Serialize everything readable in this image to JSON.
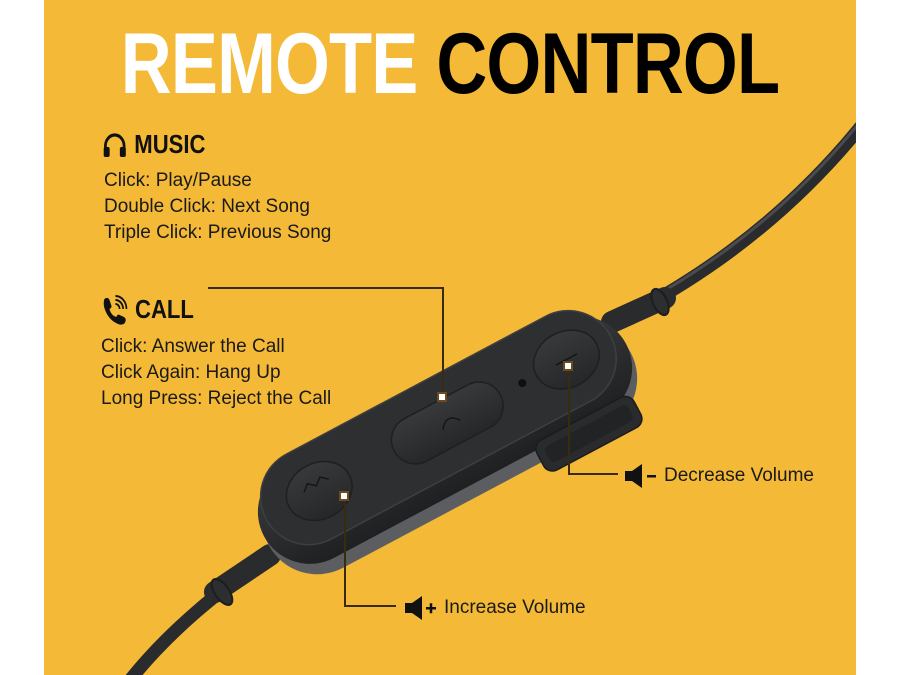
{
  "title": {
    "part1": "REMOTE",
    "part2": "CONTROL"
  },
  "music": {
    "heading": "MUSIC",
    "icon": "headphones-icon",
    "lines": [
      "Click: Play/Pause",
      "Double Click: Next Song",
      "Triple Click: Previous Song"
    ]
  },
  "call": {
    "heading": "CALL",
    "icon": "phone-ringing-icon",
    "lines": [
      "Click: Answer the Call",
      "Click Again: Hang Up",
      "Long Press: Reject the Call"
    ]
  },
  "volume": {
    "decrease": {
      "icon": "speaker-minus-icon",
      "label": "Decrease Volume"
    },
    "increase": {
      "icon": "speaker-plus-icon",
      "label": "Increase Volume"
    }
  },
  "colors": {
    "background": "#F4B936",
    "title_white": "#FFFFFF",
    "title_black": "#000000",
    "device": "#2b2c2e"
  }
}
